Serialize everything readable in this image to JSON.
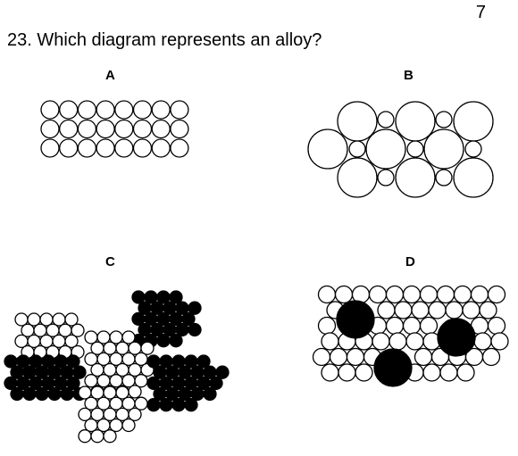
{
  "page_number": "7",
  "question": {
    "number": "23",
    "separator": ".",
    "text": " Which diagram represents an alloy?"
  },
  "options": [
    {
      "id": "A",
      "label": "A"
    },
    {
      "id": "B",
      "label": "B"
    },
    {
      "id": "C",
      "label": "C"
    },
    {
      "id": "D",
      "label": "D"
    }
  ],
  "colors": {
    "atom_fill_light": "#ffffff",
    "atom_fill_dark": "#000000",
    "outline": "#000000"
  }
}
